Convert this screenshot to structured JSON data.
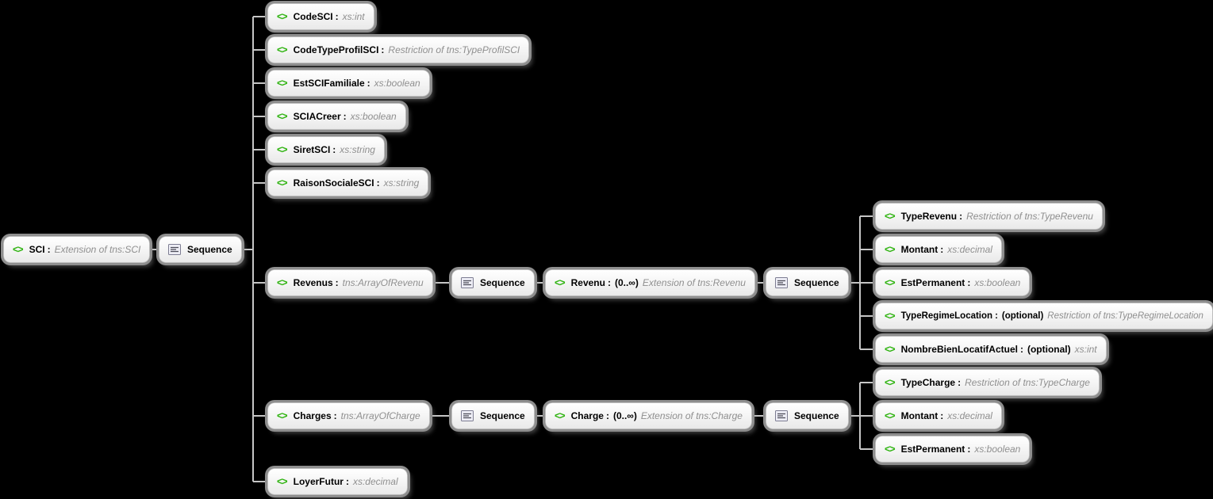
{
  "element_icon": "<>",
  "separator": ":",
  "colors": {
    "background": "#000000",
    "connector": "#c6c6c6",
    "element_icon_green": "#2db30e",
    "type_text": "#8f8f8f"
  },
  "nodes": {
    "sci": {
      "name": "SCI",
      "type": "Extension of tns:SCI"
    },
    "sequence": {
      "label": "Sequence"
    },
    "code_sci": {
      "name": "CodeSCI",
      "type": "xs:int"
    },
    "code_type_profil_sci": {
      "name": "CodeTypeProfilSCI",
      "type": "Restriction of tns:TypeProfilSCI"
    },
    "est_sci_familiale": {
      "name": "EstSCIFamiliale",
      "type": "xs:boolean"
    },
    "sci_a_creer": {
      "name": "SCIACreer",
      "type": "xs:boolean"
    },
    "siret_sci": {
      "name": "SiretSCI",
      "type": "xs:string"
    },
    "raison_sociale_sci": {
      "name": "RaisonSocialeSCI",
      "type": "xs:string"
    },
    "revenus": {
      "name": "Revenus",
      "type": "tns:ArrayOfRevenu"
    },
    "revenu": {
      "name": "Revenu",
      "occurrence": "(0..∞)",
      "type": "Extension of tns:Revenu"
    },
    "type_revenu": {
      "name": "TypeRevenu",
      "type": "Restriction of tns:TypeRevenu"
    },
    "montant_revenu": {
      "name": "Montant",
      "type": "xs:decimal"
    },
    "est_permanent_revenu": {
      "name": "EstPermanent",
      "type": "xs:boolean"
    },
    "type_regime_location": {
      "name": "TypeRegimeLocation",
      "occurrence": "(optional)",
      "type": "Restriction of tns:TypeRegimeLocation"
    },
    "nombre_bien_locatif_actuel": {
      "name": "NombreBienLocatifActuel",
      "occurrence": "(optional)",
      "type": "xs:int"
    },
    "charges": {
      "name": "Charges",
      "type": "tns:ArrayOfCharge"
    },
    "charge": {
      "name": "Charge",
      "occurrence": "(0..∞)",
      "type": "Extension of tns:Charge"
    },
    "type_charge": {
      "name": "TypeCharge",
      "type": "Restriction of tns:TypeCharge"
    },
    "montant_charge": {
      "name": "Montant",
      "type": "xs:decimal"
    },
    "est_permanent_charge": {
      "name": "EstPermanent",
      "type": "xs:boolean"
    },
    "loyer_futur": {
      "name": "LoyerFutur",
      "type": "xs:decimal"
    }
  }
}
